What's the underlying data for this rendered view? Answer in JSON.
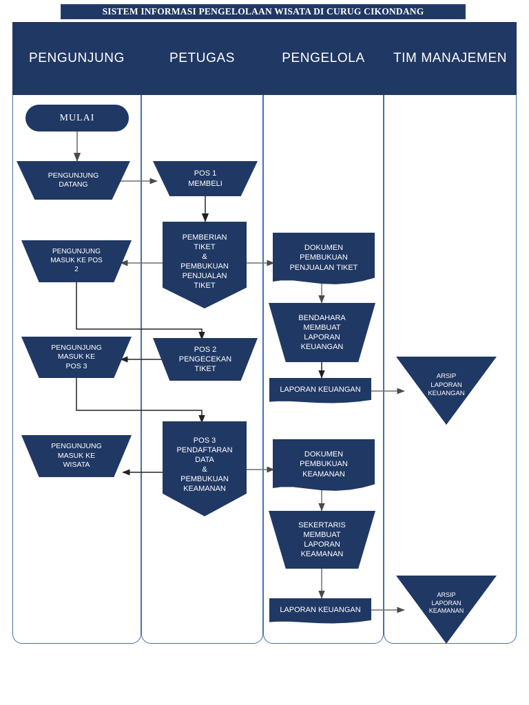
{
  "document": {
    "title": "SISTEM INFORMASI PENGELOLAAN WISATA DI CURUG CIKONDANG",
    "type": "swimlane-flowchart"
  },
  "colors": {
    "navy_fill": "#203864",
    "lane_border": "#4472a8",
    "connector_dark": "#222222",
    "connector_gray": "#808080",
    "text_on_navy": "#ffffff",
    "page_background": "#ffffff"
  },
  "lanes": [
    {
      "id": "pengunjung",
      "label": "PENGUNJUNG"
    },
    {
      "id": "petugas",
      "label": "PETUGAS"
    },
    {
      "id": "pengelola",
      "label": "PENGELOLA"
    },
    {
      "id": "tim_manajemen",
      "label": "TIM MANAJEMEN"
    }
  ],
  "nodes": {
    "mulai": {
      "label": "MULAI",
      "shape": "terminator",
      "lane": "pengunjung"
    },
    "pengunjung_datang": {
      "label": "PENGUNJUNG\nDATANG",
      "shape": "trapezoid",
      "lane": "pengunjung"
    },
    "masuk_pos2": {
      "label": "PENGUNJUNG\nMASUK KE POS\n2",
      "shape": "trapezoid",
      "lane": "pengunjung"
    },
    "masuk_pos3": {
      "label": "PENGUNJUNG\nMASUK KE\nPOS 3",
      "shape": "trapezoid",
      "lane": "pengunjung"
    },
    "masuk_wisata": {
      "label": "PENGUNJUNG\nMASUK KE\nWISATA",
      "shape": "trapezoid",
      "lane": "pengunjung"
    },
    "pos1_membeli": {
      "label": "POS 1\nMEMBELI",
      "shape": "trapezoid",
      "lane": "petugas"
    },
    "pemberian_tiket": {
      "label": "PEMBERIAN\nTIKET\n&\nPEMBUKUAN\nPENJUALAN\nTIKET",
      "shape": "pentagon",
      "lane": "petugas"
    },
    "pos2_pengecekan": {
      "label": "POS 2\nPENGECEKAN\nTIKET",
      "shape": "trapezoid",
      "lane": "petugas"
    },
    "pos3_pendaftaran": {
      "label": "POS 3\nPENDAFTARAN\nDATA\n&\nPEMBUKUAN\nKEAMANAN",
      "shape": "pentagon",
      "lane": "petugas"
    },
    "dok_penjualan": {
      "label": "DOKUMEN\nPEMBUKUAN\nPENJUALAN TIKET",
      "shape": "document",
      "lane": "pengelola"
    },
    "bendahara": {
      "label": "BENDAHARA\nMEMBUAT\nLAPORAN\nKEUANGAN",
      "shape": "trapezoid",
      "lane": "pengelola"
    },
    "laporan_keuangan_1": {
      "label": "LAPORAN KEUANGAN",
      "shape": "document",
      "lane": "pengelola"
    },
    "dok_keamanan": {
      "label": "DOKUMEN\nPEMBUKUAN\nKEAMANAN",
      "shape": "document",
      "lane": "pengelola"
    },
    "sekertaris": {
      "label": "SEKERTARIS\nMEMBUAT\nLAPORAN\nKEAMANAN",
      "shape": "trapezoid",
      "lane": "pengelola"
    },
    "laporan_keuangan_2": {
      "label": "LAPORAN KEUANGAN",
      "shape": "document",
      "lane": "pengelola"
    },
    "arsip_keuangan": {
      "label": "ARSIP\nLAPORAN\nKEUANGAN",
      "shape": "triangle",
      "lane": "tim_manajemen"
    },
    "arsip_keamanan": {
      "label": "ARSIP\nLAPORAN\nKEAMANAN",
      "shape": "triangle",
      "lane": "tim_manajemen"
    }
  },
  "connections": [
    {
      "from": "mulai",
      "to": "pengunjung_datang",
      "direction": "down"
    },
    {
      "from": "pengunjung_datang",
      "to": "pos1_membeli",
      "direction": "right"
    },
    {
      "from": "pos1_membeli",
      "to": "pemberian_tiket",
      "direction": "down"
    },
    {
      "from": "pemberian_tiket",
      "to": "masuk_pos2",
      "direction": "left"
    },
    {
      "from": "pemberian_tiket",
      "to": "dok_penjualan",
      "direction": "right"
    },
    {
      "from": "masuk_pos2",
      "to": "pos2_pengecekan",
      "direction": "elbow-down-right"
    },
    {
      "from": "dok_penjualan",
      "to": "bendahara",
      "direction": "down"
    },
    {
      "from": "bendahara",
      "to": "laporan_keuangan_1",
      "direction": "down"
    },
    {
      "from": "laporan_keuangan_1",
      "to": "arsip_keuangan",
      "direction": "right"
    },
    {
      "from": "pos2_pengecekan",
      "to": "masuk_pos3",
      "direction": "left"
    },
    {
      "from": "masuk_pos3",
      "to": "pos3_pendaftaran",
      "direction": "elbow-down-right"
    },
    {
      "from": "pos3_pendaftaran",
      "to": "masuk_wisata",
      "direction": "left"
    },
    {
      "from": "pos3_pendaftaran",
      "to": "dok_keamanan",
      "direction": "right"
    },
    {
      "from": "dok_keamanan",
      "to": "sekertaris",
      "direction": "down"
    },
    {
      "from": "sekertaris",
      "to": "laporan_keuangan_2",
      "direction": "down"
    },
    {
      "from": "laporan_keuangan_2",
      "to": "arsip_keamanan",
      "direction": "right"
    }
  ]
}
